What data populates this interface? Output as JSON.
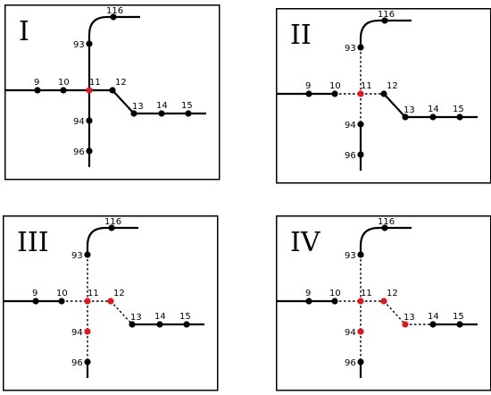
{
  "panels": [
    {
      "id": "I",
      "title": "I",
      "dotted_edges": [],
      "red_nodes": [
        "11"
      ]
    },
    {
      "id": "II",
      "title": "II",
      "dotted_edges": [
        "93-11",
        "10-11",
        "11-12",
        "11-94"
      ],
      "red_nodes": [
        "11"
      ]
    },
    {
      "id": "III",
      "title": "III",
      "dotted_edges": [
        "93-11",
        "10-11",
        "11-12",
        "11-94",
        "94-96",
        "12-13"
      ],
      "red_nodes": [
        "11",
        "12",
        "94"
      ]
    },
    {
      "id": "IV",
      "title": "IV",
      "dotted_edges": [
        "93-11",
        "10-11",
        "11-12",
        "11-94",
        "94-96",
        "12-13",
        "13-14"
      ],
      "red_nodes": [
        "11",
        "12",
        "94",
        "13"
      ]
    }
  ],
  "node_labels": [
    "116",
    "93",
    "9",
    "10",
    "11",
    "12",
    "13",
    "14",
    "15",
    "94",
    "96"
  ],
  "colors": {
    "normal_node": "#000000",
    "highlight_node": "#e8141c",
    "edge": "#000000",
    "frame": "#000000"
  }
}
